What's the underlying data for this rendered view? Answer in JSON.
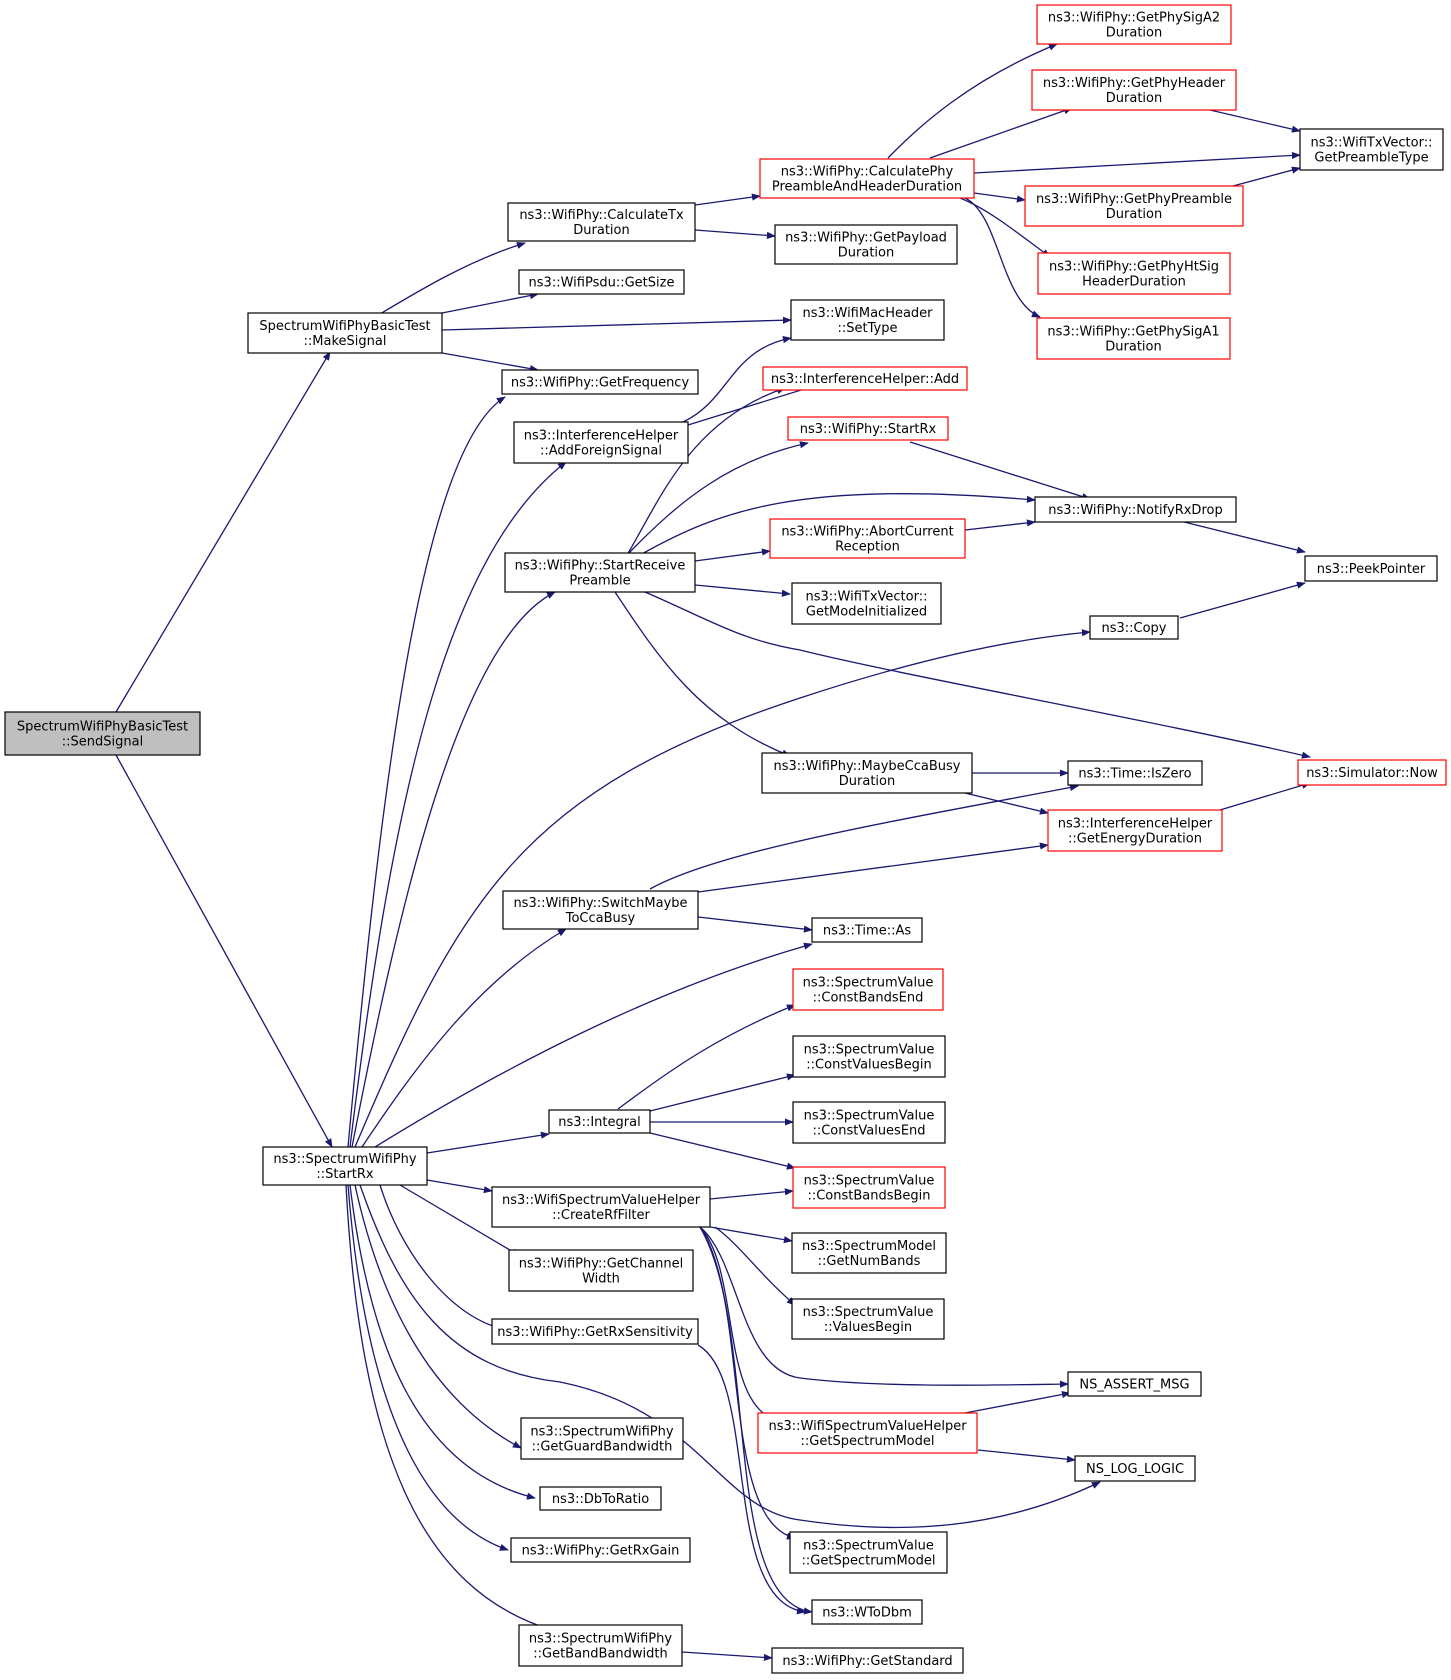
{
  "colors": {
    "edge": "#191970",
    "border": "#000000",
    "red_border": "#ff0000",
    "root_fill": "#bfbfbf"
  },
  "nodes": {
    "sendsignal": {
      "lines": [
        "SpectrumWifiPhyBasicTest",
        "::SendSignal"
      ],
      "style": "root"
    },
    "makesignal": {
      "lines": [
        "SpectrumWifiPhyBasicTest",
        "::MakeSignal"
      ],
      "style": "normal"
    },
    "startrx": {
      "lines": [
        "ns3::SpectrumWifiPhy",
        "::StartRx"
      ],
      "style": "normal"
    },
    "calctx": {
      "lines": [
        "ns3::WifiPhy::CalculateTx",
        "Duration"
      ],
      "style": "normal"
    },
    "psdu": {
      "lines": [
        "ns3::WifiPsdu::GetSize"
      ],
      "style": "normal"
    },
    "getfreq": {
      "lines": [
        "ns3::WifiPhy::GetFrequency"
      ],
      "style": "normal"
    },
    "addforeign": {
      "lines": [
        "ns3::InterferenceHelper",
        "::AddForeignSignal"
      ],
      "style": "normal"
    },
    "startpre": {
      "lines": [
        "ns3::WifiPhy::StartReceive",
        "Preamble"
      ],
      "style": "normal"
    },
    "switchcca": {
      "lines": [
        "ns3::WifiPhy::SwitchMaybe",
        "ToCcaBusy"
      ],
      "style": "normal"
    },
    "integral": {
      "lines": [
        "ns3::Integral"
      ],
      "style": "normal"
    },
    "createrf": {
      "lines": [
        "ns3::WifiSpectrumValueHelper",
        "::CreateRfFilter"
      ],
      "style": "normal"
    },
    "chanwidth": {
      "lines": [
        "ns3::WifiPhy::GetChannel",
        "Width"
      ],
      "style": "normal"
    },
    "rxsens": {
      "lines": [
        "ns3::WifiPhy::GetRxSensitivity"
      ],
      "style": "normal"
    },
    "guardbw": {
      "lines": [
        "ns3::SpectrumWifiPhy",
        "::GetGuardBandwidth"
      ],
      "style": "normal"
    },
    "dbtoratio": {
      "lines": [
        "ns3::DbToRatio"
      ],
      "style": "normal"
    },
    "rxgain": {
      "lines": [
        "ns3::WifiPhy::GetRxGain"
      ],
      "style": "normal"
    },
    "bandbw": {
      "lines": [
        "ns3::SpectrumWifiPhy",
        "::GetBandBandwidth"
      ],
      "style": "normal"
    },
    "calcpre": {
      "lines": [
        "ns3::WifiPhy::CalculatePhy",
        "PreambleAndHeaderDuration"
      ],
      "style": "red"
    },
    "payload": {
      "lines": [
        "ns3::WifiPhy::GetPayload",
        "Duration"
      ],
      "style": "normal"
    },
    "settype": {
      "lines": [
        "ns3::WifiMacHeader",
        "::SetType"
      ],
      "style": "normal"
    },
    "ihadd": {
      "lines": [
        "ns3::InterferenceHelper::Add"
      ],
      "style": "red"
    },
    "phystartrx": {
      "lines": [
        "ns3::WifiPhy::StartRx"
      ],
      "style": "red"
    },
    "abort": {
      "lines": [
        "ns3::WifiPhy::AbortCurrent",
        "Reception"
      ],
      "style": "red"
    },
    "modeinit": {
      "lines": [
        "ns3::WifiTxVector::",
        "GetModeInitialized"
      ],
      "style": "normal"
    },
    "maybecca": {
      "lines": [
        "ns3::WifiPhy::MaybeCcaBusy",
        "Duration"
      ],
      "style": "normal"
    },
    "timeas": {
      "lines": [
        "ns3::Time::As"
      ],
      "style": "normal"
    },
    "cbe": {
      "lines": [
        "ns3::SpectrumValue",
        "::ConstBandsEnd"
      ],
      "style": "red"
    },
    "cvb": {
      "lines": [
        "ns3::SpectrumValue",
        "::ConstValuesBegin"
      ],
      "style": "normal"
    },
    "cve": {
      "lines": [
        "ns3::SpectrumValue",
        "::ConstValuesEnd"
      ],
      "style": "normal"
    },
    "cbb": {
      "lines": [
        "ns3::SpectrumValue",
        "::ConstBandsBegin"
      ],
      "style": "red"
    },
    "numbands": {
      "lines": [
        "ns3::SpectrumModel",
        "::GetNumBands"
      ],
      "style": "normal"
    },
    "valbegin": {
      "lines": [
        "ns3::SpectrumValue",
        "::ValuesBegin"
      ],
      "style": "normal"
    },
    "getsm": {
      "lines": [
        "ns3::WifiSpectrumValueHelper",
        "::GetSpectrumModel"
      ],
      "style": "red"
    },
    "svgsm": {
      "lines": [
        "ns3::SpectrumValue",
        "::GetSpectrumModel"
      ],
      "style": "normal"
    },
    "wtodbm": {
      "lines": [
        "ns3::WToDbm"
      ],
      "style": "normal"
    },
    "getstd": {
      "lines": [
        "ns3::WifiPhy::GetStandard"
      ],
      "style": "normal"
    },
    "siga2": {
      "lines": [
        "ns3::WifiPhy::GetPhySigA2",
        "Duration"
      ],
      "style": "red"
    },
    "phyhdr": {
      "lines": [
        "ns3::WifiPhy::GetPhyHeader",
        "Duration"
      ],
      "style": "red"
    },
    "physpre": {
      "lines": [
        "ns3::WifiPhy::GetPhyPreamble",
        "Duration"
      ],
      "style": "red"
    },
    "htsig": {
      "lines": [
        "ns3::WifiPhy::GetPhyHtSig",
        "HeaderDuration"
      ],
      "style": "red"
    },
    "siga1": {
      "lines": [
        "ns3::WifiPhy::GetPhySigA1",
        "Duration"
      ],
      "style": "red"
    },
    "notifydrop": {
      "lines": [
        "ns3::WifiPhy::NotifyRxDrop"
      ],
      "style": "normal"
    },
    "copy": {
      "lines": [
        "ns3::Copy"
      ],
      "style": "normal"
    },
    "iszero": {
      "lines": [
        "ns3::Time::IsZero"
      ],
      "style": "normal"
    },
    "energy": {
      "lines": [
        "ns3::InterferenceHelper",
        "::GetEnergyDuration"
      ],
      "style": "red"
    },
    "assert": {
      "lines": [
        "NS_ASSERT_MSG"
      ],
      "style": "normal"
    },
    "loglogic": {
      "lines": [
        "NS_LOG_LOGIC"
      ],
      "style": "normal"
    },
    "pretype": {
      "lines": [
        "ns3::WifiTxVector::",
        "GetPreambleType"
      ],
      "style": "normal"
    },
    "peek": {
      "lines": [
        "ns3::PeekPointer"
      ],
      "style": "normal"
    },
    "now": {
      "lines": [
        "ns3::Simulator::Now"
      ],
      "style": "red"
    }
  }
}
